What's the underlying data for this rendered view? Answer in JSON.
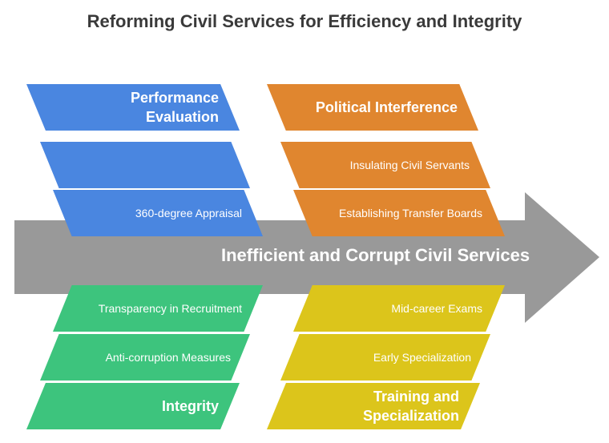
{
  "title": "Reforming Civil Services for Efficiency and Integrity",
  "spine": {
    "label": "Inefficient and Corrupt Civil Services",
    "color": "#999999"
  },
  "categories": {
    "performance": {
      "label_line1": "Performance",
      "label_line2": "Evaluation",
      "color": "#4a86e0",
      "causes": [
        "",
        "360-degree Appraisal"
      ]
    },
    "political": {
      "label": "Political Interference",
      "color": "#e0862f",
      "causes": [
        "Insulating Civil Servants",
        "Establishing Transfer Boards"
      ]
    },
    "integrity": {
      "label": "Integrity",
      "color": "#3dc47d",
      "causes": [
        "Transparency in Recruitment",
        "Anti-corruption Measures"
      ]
    },
    "training": {
      "label_line1": "Training and",
      "label_line2": "Specialization",
      "color": "#dcc51b",
      "causes": [
        "Mid-career Exams",
        "Early Specialization"
      ]
    }
  }
}
